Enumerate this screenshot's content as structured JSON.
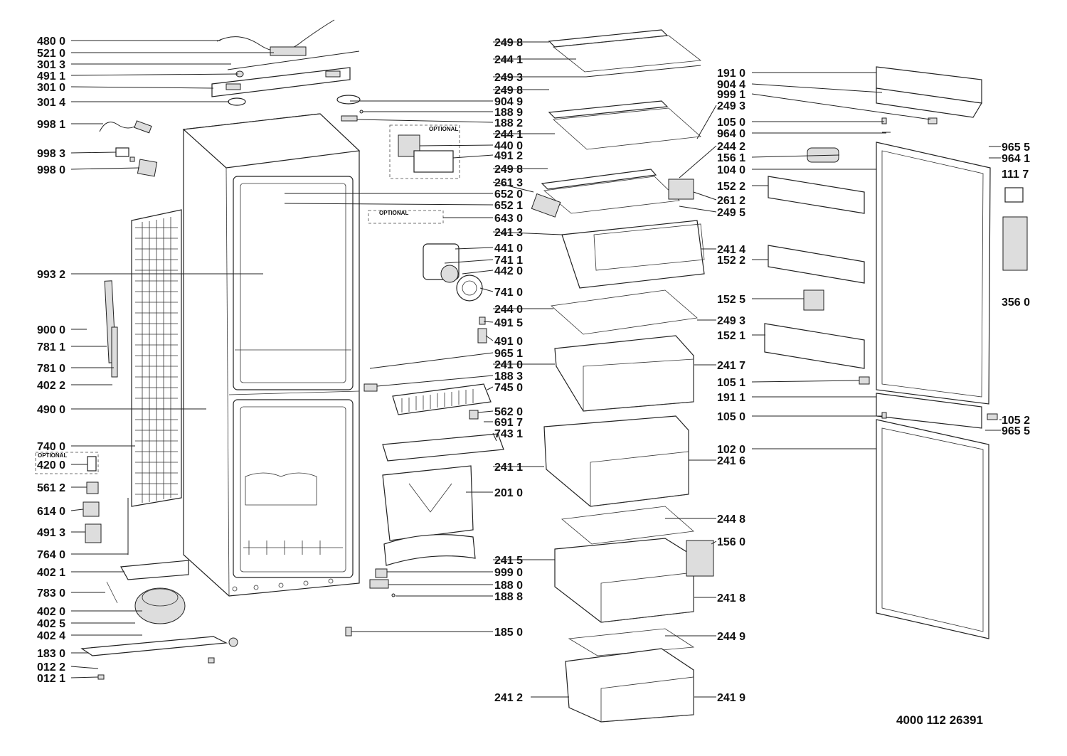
{
  "document_number": "4000 112 26391",
  "optional_label": "OPTIONAL",
  "callouts": [
    {
      "id": "c01",
      "code": "480 0"
    },
    {
      "id": "c02",
      "code": "521 0"
    },
    {
      "id": "c03",
      "code": "301 3"
    },
    {
      "id": "c04",
      "code": "491 1"
    },
    {
      "id": "c05",
      "code": "301 0"
    },
    {
      "id": "c06",
      "code": "301 4"
    },
    {
      "id": "c07",
      "code": "998 1"
    },
    {
      "id": "c08",
      "code": "998 3"
    },
    {
      "id": "c09",
      "code": "998 0"
    },
    {
      "id": "c10",
      "code": "993 2"
    },
    {
      "id": "c11",
      "code": "900 0"
    },
    {
      "id": "c12",
      "code": "781 1"
    },
    {
      "id": "c13",
      "code": "781 0"
    },
    {
      "id": "c14",
      "code": "402 2"
    },
    {
      "id": "c15",
      "code": "490 0"
    },
    {
      "id": "c16",
      "code": "740 0"
    },
    {
      "id": "c17",
      "code": "420 0"
    },
    {
      "id": "c18",
      "code": "561 2"
    },
    {
      "id": "c19",
      "code": "614 0"
    },
    {
      "id": "c20",
      "code": "491 3"
    },
    {
      "id": "c21",
      "code": "764 0"
    },
    {
      "id": "c22",
      "code": "402 1"
    },
    {
      "id": "c23",
      "code": "783 0"
    },
    {
      "id": "c24",
      "code": "402 0"
    },
    {
      "id": "c25",
      "code": "402 5"
    },
    {
      "id": "c26",
      "code": "402 4"
    },
    {
      "id": "c27",
      "code": "183 0"
    },
    {
      "id": "c28",
      "code": "012 2"
    },
    {
      "id": "c29",
      "code": "012 1"
    },
    {
      "id": "c30",
      "code": "249 8"
    },
    {
      "id": "c31",
      "code": "244 1"
    },
    {
      "id": "c32",
      "code": "249 3"
    },
    {
      "id": "c33",
      "code": "249 8"
    },
    {
      "id": "c34",
      "code": "904 9"
    },
    {
      "id": "c35",
      "code": "188 9"
    },
    {
      "id": "c36",
      "code": "188 2"
    },
    {
      "id": "c37",
      "code": "244 1"
    },
    {
      "id": "c38",
      "code": "440 0"
    },
    {
      "id": "c39",
      "code": "491 2"
    },
    {
      "id": "c40",
      "code": "249 8"
    },
    {
      "id": "c41",
      "code": "261 3"
    },
    {
      "id": "c42",
      "code": "652 0"
    },
    {
      "id": "c43",
      "code": "652 1"
    },
    {
      "id": "c44",
      "code": "643 0"
    },
    {
      "id": "c45",
      "code": "241 3"
    },
    {
      "id": "c46",
      "code": "441 0"
    },
    {
      "id": "c47",
      "code": "741 1"
    },
    {
      "id": "c48",
      "code": "442 0"
    },
    {
      "id": "c49",
      "code": "741 0"
    },
    {
      "id": "c50",
      "code": "244 0"
    },
    {
      "id": "c51",
      "code": "491 5"
    },
    {
      "id": "c52",
      "code": "491 0"
    },
    {
      "id": "c53",
      "code": "965 1"
    },
    {
      "id": "c54",
      "code": "241 0"
    },
    {
      "id": "c55",
      "code": "188 3"
    },
    {
      "id": "c56",
      "code": "745 0"
    },
    {
      "id": "c57",
      "code": "562 0"
    },
    {
      "id": "c58",
      "code": "691 7"
    },
    {
      "id": "c59",
      "code": "743 1"
    },
    {
      "id": "c60",
      "code": "241 1"
    },
    {
      "id": "c61",
      "code": "201 0"
    },
    {
      "id": "c62",
      "code": "241 5"
    },
    {
      "id": "c63",
      "code": "999 0"
    },
    {
      "id": "c64",
      "code": "188 0"
    },
    {
      "id": "c65",
      "code": "188 8"
    },
    {
      "id": "c66",
      "code": "185 0"
    },
    {
      "id": "c67",
      "code": "241 2"
    },
    {
      "id": "c68",
      "code": "191 0"
    },
    {
      "id": "c69",
      "code": "904 4"
    },
    {
      "id": "c70",
      "code": "999 1"
    },
    {
      "id": "c71",
      "code": "249 3"
    },
    {
      "id": "c72",
      "code": "105 0"
    },
    {
      "id": "c73",
      "code": "964 0"
    },
    {
      "id": "c74",
      "code": "244 2"
    },
    {
      "id": "c75",
      "code": "156 1"
    },
    {
      "id": "c76",
      "code": "104 0"
    },
    {
      "id": "c77",
      "code": "152 2"
    },
    {
      "id": "c78",
      "code": "261 2"
    },
    {
      "id": "c79",
      "code": "249 5"
    },
    {
      "id": "c80",
      "code": "241 4"
    },
    {
      "id": "c81",
      "code": "152 2"
    },
    {
      "id": "c82",
      "code": "152 5"
    },
    {
      "id": "c83",
      "code": "249 3"
    },
    {
      "id": "c84",
      "code": "152 1"
    },
    {
      "id": "c85",
      "code": "241 7"
    },
    {
      "id": "c86",
      "code": "105 1"
    },
    {
      "id": "c87",
      "code": "191 1"
    },
    {
      "id": "c88",
      "code": "105 0"
    },
    {
      "id": "c89",
      "code": "102 0"
    },
    {
      "id": "c90",
      "code": "241 6"
    },
    {
      "id": "c91",
      "code": "244 8"
    },
    {
      "id": "c92",
      "code": "156 0"
    },
    {
      "id": "c93",
      "code": "241 8"
    },
    {
      "id": "c94",
      "code": "244 9"
    },
    {
      "id": "c95",
      "code": "241 9"
    },
    {
      "id": "c96",
      "code": "965 5"
    },
    {
      "id": "c97",
      "code": "964 1"
    },
    {
      "id": "c98",
      "code": "111 7"
    },
    {
      "id": "c99",
      "code": "356 0"
    },
    {
      "id": "c100",
      "code": "105 2"
    },
    {
      "id": "c101",
      "code": "965 5"
    }
  ]
}
